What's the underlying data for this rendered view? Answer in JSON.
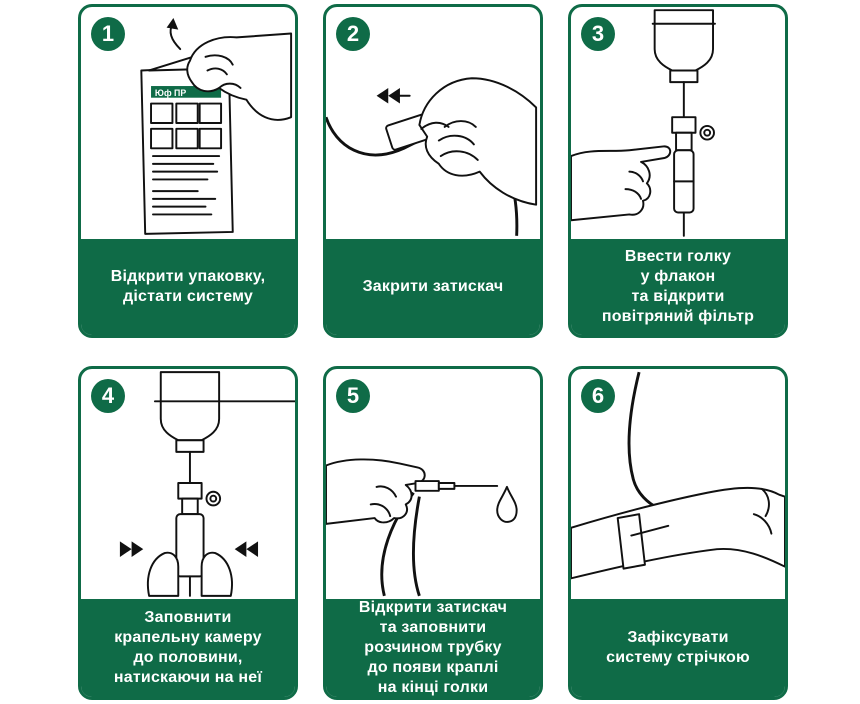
{
  "steps": [
    {
      "number": "1",
      "caption": "Відкрити упаковку,\nдістати систему",
      "package_label": "Юф ПР"
    },
    {
      "number": "2",
      "caption": "Закрити затискач"
    },
    {
      "number": "3",
      "caption": "Ввести голку\nу флакон\nта відкрити\nповітряний фільтр"
    },
    {
      "number": "4",
      "caption": "Заповнити\nкрапельну камеру\nдо половини,\nнатискаючи на неї"
    },
    {
      "number": "5",
      "caption": "Відкрити затискач\nта заповнити\nрозчином трубку\nдо появи краплі\nна кінці голки"
    },
    {
      "number": "6",
      "caption": "Зафіксувати\nсистему стрічкою"
    }
  ],
  "colors": {
    "brand_green": "#0f6b47",
    "caption_text": "#ffffff",
    "line": "#111111"
  },
  "icons": [
    "hand-icon",
    "package-icon",
    "clamp-icon",
    "bottle-icon",
    "drip-chamber-icon",
    "needle-icon",
    "drop-icon",
    "arrow-icon",
    "arm-icon",
    "tape-icon"
  ]
}
